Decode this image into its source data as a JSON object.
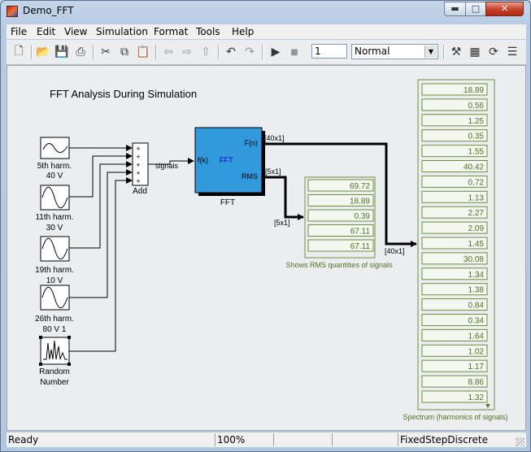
{
  "window": {
    "title": "Demo_FFT",
    "min_glyph": "▬",
    "max_glyph": "□",
    "close_glyph": "✕"
  },
  "menu": [
    "File",
    "Edit",
    "View",
    "Simulation",
    "Format",
    "Tools",
    "Help"
  ],
  "toolbar": {
    "stop_time": "1",
    "sim_mode": "Normal",
    "icons": [
      "new-model-icon",
      "open-icon",
      "save-icon",
      "print-icon",
      "cut-icon",
      "copy-icon",
      "paste-icon",
      "back-icon",
      "forward-icon",
      "up-icon",
      "undo-icon",
      "redo-icon",
      "start-simulation-icon",
      "stop-simulation-icon",
      "build-icon",
      "update-diagram-icon",
      "model-explorer-icon",
      "library-browser-icon"
    ]
  },
  "diagram": {
    "title": "FFT Analysis During Simulation",
    "sources": [
      {
        "label1": "5th harm.",
        "label2": "40 V"
      },
      {
        "label1": "11th harm.",
        "label2": "30 V"
      },
      {
        "label1": "19th harm.",
        "label2": "10 V"
      },
      {
        "label1": "26th harm.",
        "label2": "80 V 1"
      },
      {
        "label1": "Random",
        "label2": "Number"
      }
    ],
    "sum_block": {
      "label": "Add",
      "signs": [
        "+",
        "+",
        "+",
        "+",
        "+"
      ]
    },
    "signal_label": "signals",
    "fft_block": {
      "name": "FFT",
      "inner_label": "FFT",
      "in_port": "f(k)",
      "out1": "F(n)",
      "out2": "RMS"
    },
    "dims": {
      "fn_out": "[40x1]",
      "rms_out": "[5x1]",
      "rms_in": "[5x1]",
      "spec_in": "[40x1]"
    },
    "rms_display": {
      "values": [
        "69.72",
        "18.89",
        "0.39",
        "67.11",
        "67.11"
      ],
      "caption": "Shows RMS quantities of signals"
    },
    "spectrum_display": {
      "values": [
        "18.89",
        "0.56",
        "1.25",
        "0.35",
        "1.55",
        "40.42",
        "0.72",
        "1.13",
        "2.27",
        "2.09",
        "1.45",
        "30.08",
        "1.34",
        "1.38",
        "0.84",
        "0.34",
        "1.64",
        "1.02",
        "1.17",
        "8.86",
        "1.32"
      ],
      "caption": "Spectrum (harmonics of signals)",
      "more_glyph": "▼"
    }
  },
  "status": {
    "state": "Ready",
    "zoom": "100%",
    "solver": "FixedStepDiscrete"
  },
  "colors": {
    "fft_block": "#3399dd",
    "display_border": "#6b8e3e",
    "display_text": "#4f6f22",
    "canvas": "#ecedef"
  }
}
